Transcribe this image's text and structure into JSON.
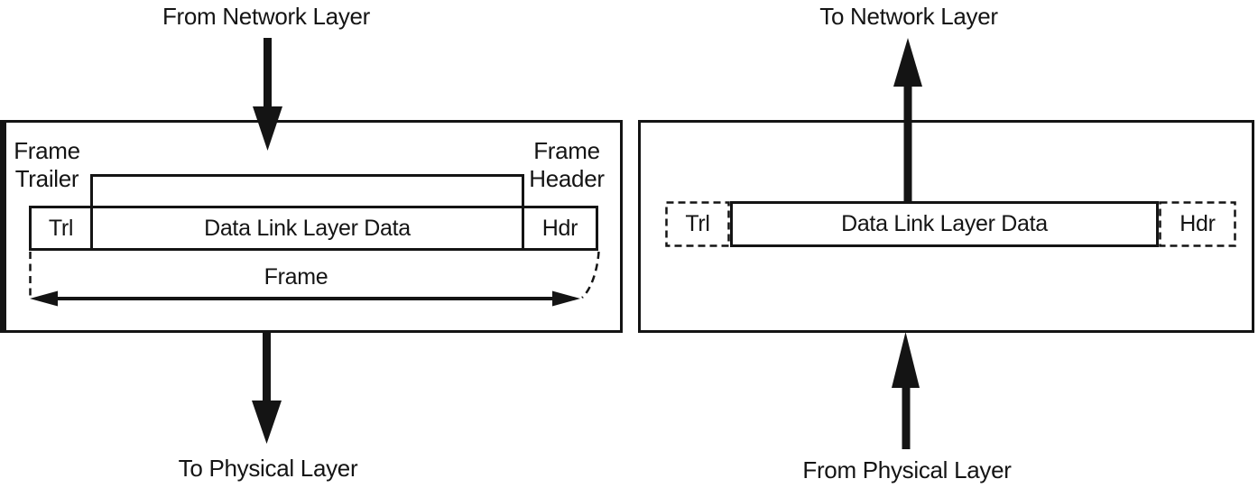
{
  "figure": {
    "background": "#ffffff",
    "ink_color": "#141414",
    "description": "Data Link layer framing: sending side (left) and receiving side (right)"
  },
  "sending": {
    "from_label": "From Network Layer",
    "frame_trailer_label": "Frame\nTrailer",
    "frame_header_label": "Frame\nHeader",
    "trailer_cell": "Trl",
    "data_cell": "Data Link Layer Data",
    "header_cell": "Hdr",
    "frame_span_label": "Frame",
    "to_label": "To Physical Layer"
  },
  "receiving": {
    "to_label": "To Network Layer",
    "trailer_cell": "Trl",
    "data_cell": "Data Link Layer Data",
    "header_cell": "Hdr",
    "from_label": "From Physical Layer"
  }
}
